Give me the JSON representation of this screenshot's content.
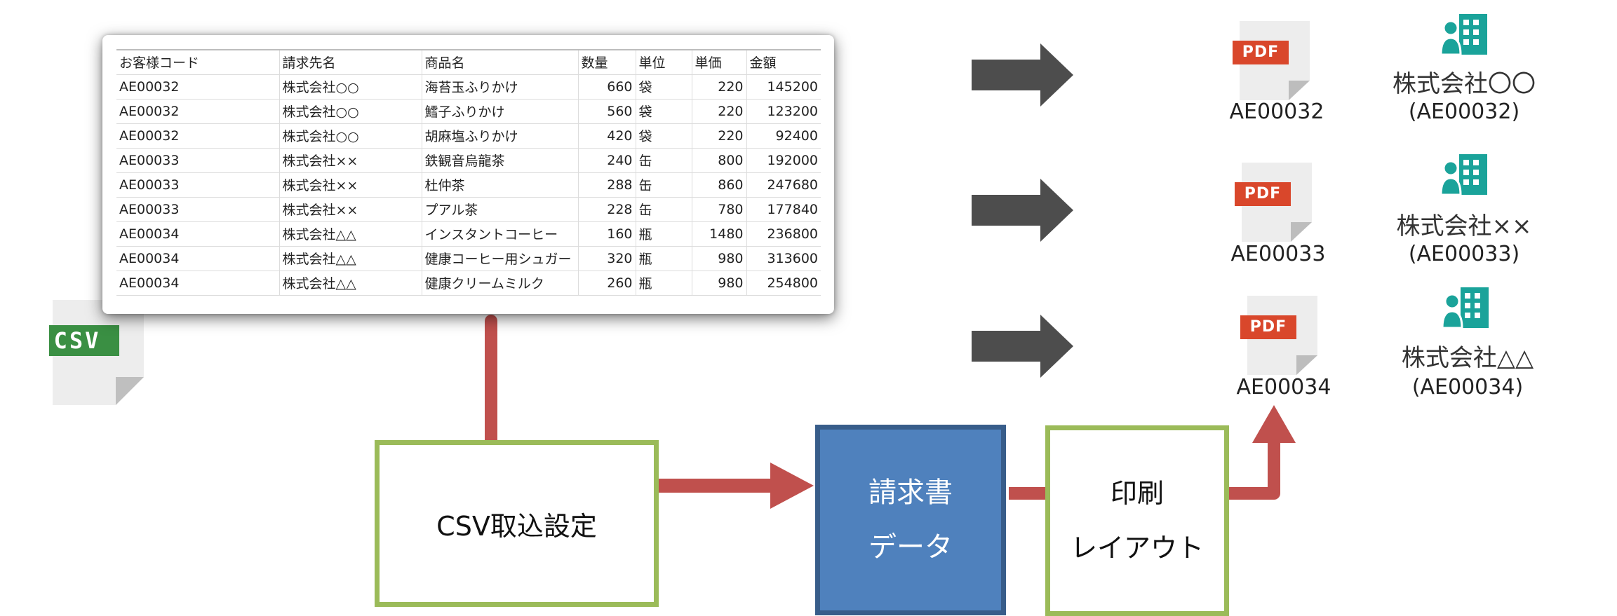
{
  "csv_icon_label": "CSV",
  "table": {
    "headers": [
      "お客様コード",
      "請求先名",
      "商品名",
      "数量",
      "単位",
      "単価",
      "金額"
    ],
    "rows": [
      [
        "AE00032",
        "株式会社○○",
        "海苔玉ふりかけ",
        "660",
        "袋",
        "220",
        "145200"
      ],
      [
        "AE00032",
        "株式会社○○",
        "鱈子ふりかけ",
        "560",
        "袋",
        "220",
        "123200"
      ],
      [
        "AE00032",
        "株式会社○○",
        "胡麻塩ふりかけ",
        "420",
        "袋",
        "220",
        "92400"
      ],
      [
        "AE00033",
        "株式会社××",
        "鉄観音烏龍茶",
        "240",
        "缶",
        "800",
        "192000"
      ],
      [
        "AE00033",
        "株式会社××",
        "杜仲茶",
        "288",
        "缶",
        "860",
        "247680"
      ],
      [
        "AE00033",
        "株式会社××",
        "プアル茶",
        "228",
        "缶",
        "780",
        "177840"
      ],
      [
        "AE00034",
        "株式会社△△",
        "インスタントコーヒー",
        "160",
        "瓶",
        "1480",
        "236800"
      ],
      [
        "AE00034",
        "株式会社△△",
        "健康コーヒー用シュガー",
        "320",
        "瓶",
        "980",
        "313600"
      ],
      [
        "AE00034",
        "株式会社△△",
        "健康クリームミルク",
        "260",
        "瓶",
        "980",
        "254800"
      ]
    ]
  },
  "process": {
    "import_label": "CSV取込設定",
    "data_line1": "請求書",
    "data_line2": "データ",
    "layout_line1": "印刷",
    "layout_line2": "レイアウト"
  },
  "outputs": [
    {
      "pdf_label": "PDF",
      "code": "AE00032",
      "company": "株式会社〇〇",
      "company_code": "(AE00032)"
    },
    {
      "pdf_label": "PDF",
      "code": "AE00033",
      "company": "株式会社××",
      "company_code": "(AE00033)"
    },
    {
      "pdf_label": "PDF",
      "code": "AE00034",
      "company": "株式会社△△",
      "company_code": "(AE00034)"
    }
  ],
  "colors": {
    "flow_arrow": "#c0504d",
    "output_arrow": "#4d4d4d",
    "box_border_green": "#9bbb59",
    "data_box_fill": "#4f81bd",
    "pdf_red": "#d9472b",
    "csv_green": "#3a8f43",
    "building_teal": "#1aa39a"
  }
}
